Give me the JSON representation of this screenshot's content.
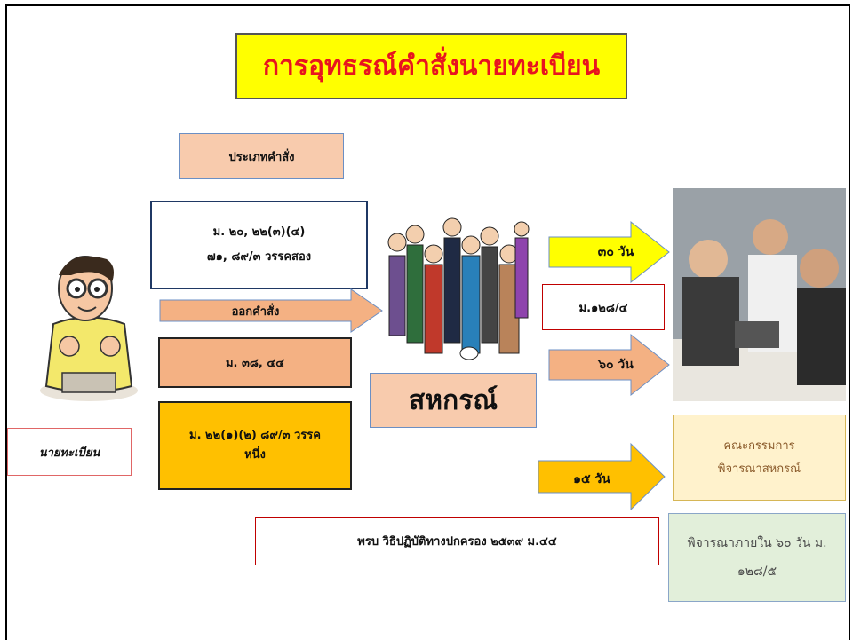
{
  "title": "การอุทธรณ์คำสั่งนายทะเบียน",
  "order_type": "ประเภทคำสั่ง",
  "law_box_1": {
    "line1": "ม. ๒๐, ๒๒(๓)(๔)",
    "line2": "๗๑, ๘๙/๓ วรรคสอง"
  },
  "issue_order_arrow": "ออกคำสั่ง",
  "law_box_2": "ม. ๓๘, ๔๔",
  "law_box_3": {
    "line1": "ม. ๒๒(๑)(๒) ๘๙/๓ วรรค",
    "line2": "หนึ่ง"
  },
  "cooperative": "สหกรณ์",
  "registrar": "นายทะเบียน",
  "arrow_30": "๓๐ วัน",
  "section_128_4": "ม.๑๒๘/๔",
  "arrow_60": "๖๐ วัน",
  "arrow_15": "๑๕ วัน",
  "committee": {
    "line1": "คณะกรรมการ",
    "line2": "พิจารณาสหกรณ์"
  },
  "admin_act": "พรบ วิธิปฏิบัติทางปกครอง ๒๕๓๙ ม.๔๔",
  "consider_box": {
    "line1": "พิจารณาภายใน ๖๐ วัน ม.",
    "line2": "๑๒๘/๕"
  },
  "colors": {
    "title_fill": "#ffff00",
    "title_text": "#e8141f",
    "peach": "#f8cbad",
    "salmon": "#f4b183",
    "amber": "#ffc000",
    "yellow": "#ffff00"
  }
}
